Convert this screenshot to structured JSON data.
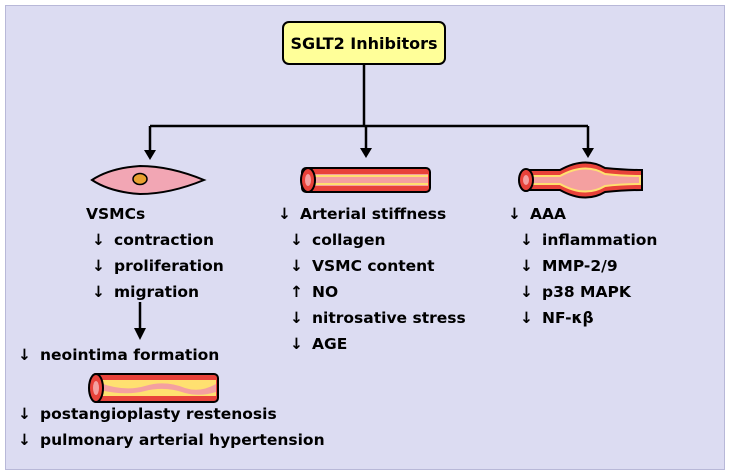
{
  "title": "SGLT2 Inhibitors",
  "columns": [
    {
      "heading": "VSMCs",
      "items": [
        {
          "arrow": "↓",
          "text": "contraction"
        },
        {
          "arrow": "↓",
          "text": "proliferation"
        },
        {
          "arrow": "↓",
          "text": "migration"
        }
      ],
      "outcomes_top": {
        "arrow": "↓",
        "text": "neointima formation"
      },
      "outcomes_bottom": [
        {
          "arrow": "↓",
          "text": "postangioplasty restenosis"
        },
        {
          "arrow": "↓",
          "text": "pulmonary arterial hypertension"
        }
      ]
    },
    {
      "heading": {
        "arrow": "↓",
        "text": "Arterial stiffness"
      },
      "items": [
        {
          "arrow": "↓",
          "text": "collagen"
        },
        {
          "arrow": "↓",
          "text": "VSMC content"
        },
        {
          "arrow": "↑",
          "text": "NO"
        },
        {
          "arrow": "↓",
          "text": "nitrosative stress"
        },
        {
          "arrow": "↓",
          "text": "AGE"
        }
      ]
    },
    {
      "heading": {
        "arrow": "↓",
        "text": "AAA"
      },
      "items": [
        {
          "arrow": "↓",
          "text": "inflammation"
        },
        {
          "arrow": "↓",
          "text": "MMP-2/9"
        },
        {
          "arrow": "↓",
          "text": "p38 MAPK"
        },
        {
          "arrow": "↓",
          "text": "NF-κβ"
        }
      ]
    }
  ],
  "colors": {
    "background": "#dcdcf2",
    "title_box": "#ffff99",
    "vessel_red": "#e8423a",
    "vessel_pink": "#f4a0a0",
    "vessel_yellow": "#ffe070",
    "cell_pink": "#f2a6b4",
    "nucleus": "#e8a030"
  }
}
